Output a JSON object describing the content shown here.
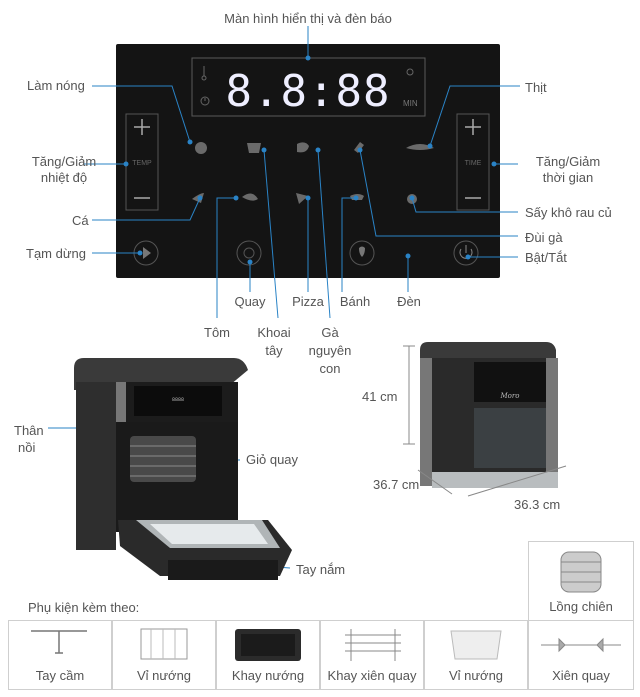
{
  "panel": {
    "display_title": "Màn hình hiển thị và đèn báo",
    "display_digits": "8.8:88",
    "display_unit": "MIN",
    "temp_label": "TEMP",
    "time_label": "TIME",
    "left_labels": {
      "heat": "Làm nóng",
      "temp_adjust_1": "Tăng/Giảm",
      "temp_adjust_2": "nhiệt độ",
      "fish": "Cá",
      "pause": "Tạm dừng"
    },
    "right_labels": {
      "meat": "Thịt",
      "time_adjust_1": "Tăng/Giảm",
      "time_adjust_2": "thời gian",
      "dry": "Sấy khô rau củ",
      "drumstick": "Đùi gà",
      "power": "Bật/Tắt"
    },
    "bottom_labels": {
      "rotate": "Quay",
      "pizza": "Pizza",
      "cake": "Bánh",
      "lamp": "Đèn",
      "shrimp": "Tôm",
      "potato_1": "Khoai",
      "potato_2": "tây",
      "chicken_1": "Gà",
      "chicken_2": "nguyên",
      "chicken_3": "con"
    }
  },
  "product": {
    "body": [
      "Thân",
      "nồi"
    ],
    "basket": "Giỏ quay",
    "handle": "Tay nắm",
    "brand": "Moro",
    "height": "41 cm",
    "depth": "36.7 cm",
    "width": "36.3 cm"
  },
  "accessories": {
    "title": "Phụ kiện kèm theo:",
    "cage": "Lồng chiên",
    "items": [
      "Tay cầm",
      "Vỉ nướng",
      "Khay nướng",
      "Khay xiên quay",
      "Vỉ nướng",
      "Xiên quay"
    ]
  }
}
